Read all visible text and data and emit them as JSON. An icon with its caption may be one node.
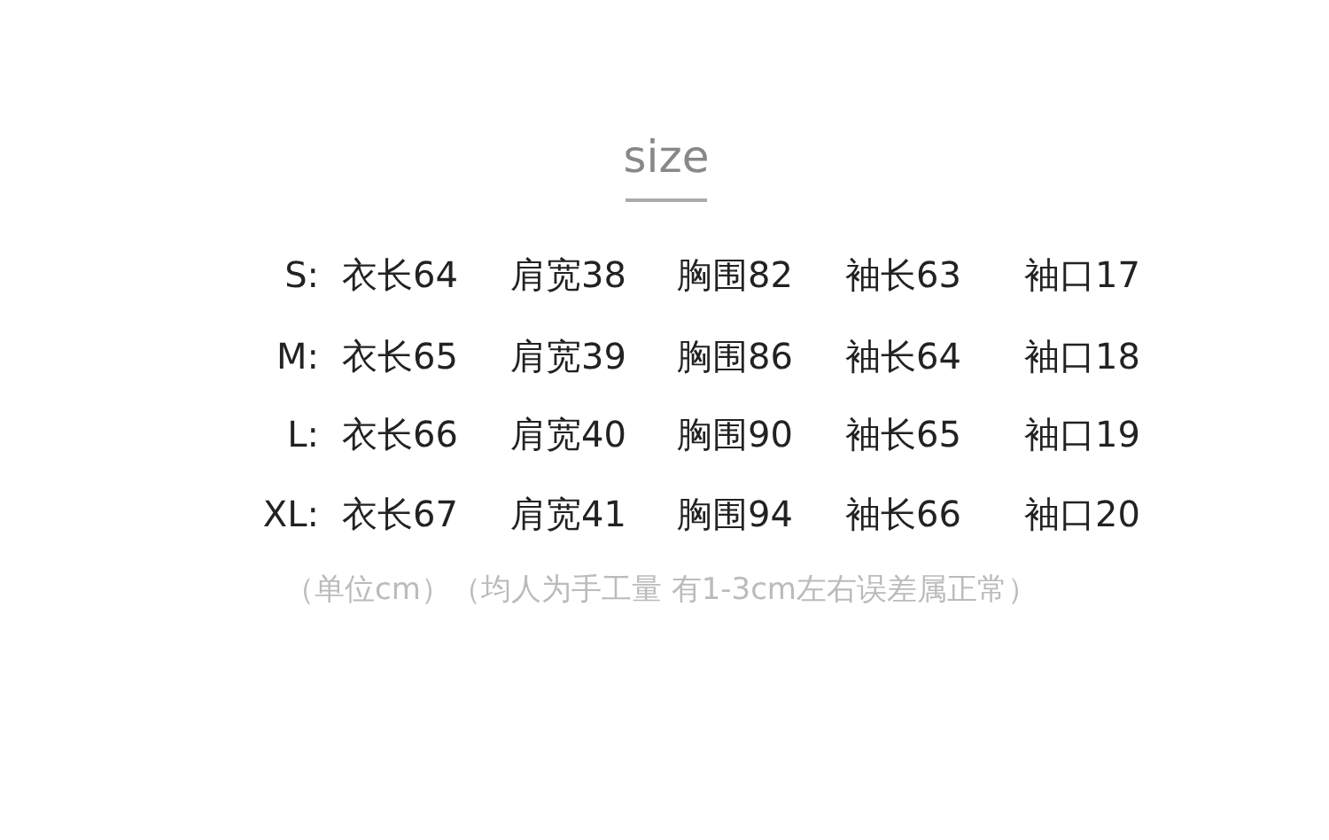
{
  "diagram": {
    "title": "size",
    "labels": [
      "S:",
      "衣长64",
      "肩宽38",
      "胸围82",
      "袖长63",
      "袖口17",
      "M:",
      "衣长65",
      "肩宽39",
      "胸围86",
      "袖长64",
      "袖口18",
      "L:",
      "衣长66",
      "肩宽40",
      "胸围90",
      "袖长65",
      "袖口19",
      "XL:",
      "衣长67",
      "肩宽41",
      "胸围94",
      "袖长66",
      "袖口20",
      "（单位cm）（均人为手工量 有1-3cm左右误差属正常）"
    ]
  }
}
